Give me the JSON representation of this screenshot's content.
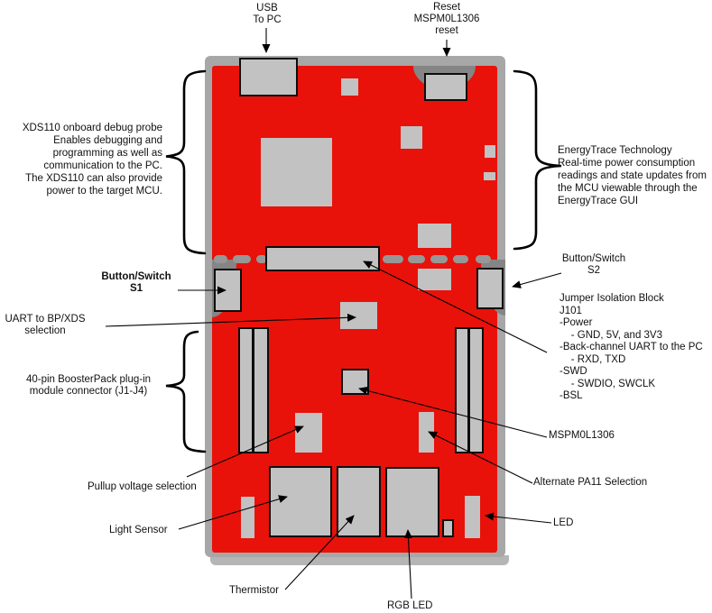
{
  "diagram_title": "MSPM0L1306 LaunchPad board callout diagram",
  "colors": {
    "board_red": "#e8120b",
    "component_gray": "#c2c2c2",
    "frame_gray": "#a7a7a7",
    "dark_gray": "#858585",
    "dash_gray": "#979797",
    "line_black": "#000000"
  },
  "callouts": {
    "usb": {
      "text": "USB\nTo PC"
    },
    "reset": {
      "text": "Reset\nMSPM0L1306\nreset"
    },
    "xds110": {
      "text": "XDS110 onboard debug probe\nEnables debugging and\nprogramming as well as\ncommunication to the PC.\nThe XDS110 can also provide\npower to the target MCU."
    },
    "energytrace": {
      "text": "EnergyTrace Technology\nReal-time power consumption\nreadings and state updates from\nthe MCU viewable through the\nEnergyTrace GUI"
    },
    "s1": {
      "text": "Button/Switch\nS1"
    },
    "s2": {
      "text": "Button/Switch\nS2"
    },
    "jumper": {
      "text": "Jumper Isolation Block\nJ101\n-Power\n    - GND, 5V, and 3V3\n-Back-channel UART to the PC\n    - RXD, TXD\n-SWD\n    - SWDIO, SWCLK\n-BSL"
    },
    "uart": {
      "text": "UART to BP/XDS\nselection"
    },
    "boosterpack": {
      "text": "40-pin BoosterPack plug-in\nmodule connector (J1-J4)"
    },
    "mspm0": {
      "text": "MSPM0L1306"
    },
    "pa11": {
      "text": "Alternate PA11 Selection"
    },
    "led": {
      "text": "LED"
    },
    "pullup": {
      "text": "Pullup voltage selection"
    },
    "light_sensor": {
      "text": "Light Sensor"
    },
    "thermistor": {
      "text": "Thermistor"
    },
    "rgb_led": {
      "text": "RGB LED"
    }
  }
}
